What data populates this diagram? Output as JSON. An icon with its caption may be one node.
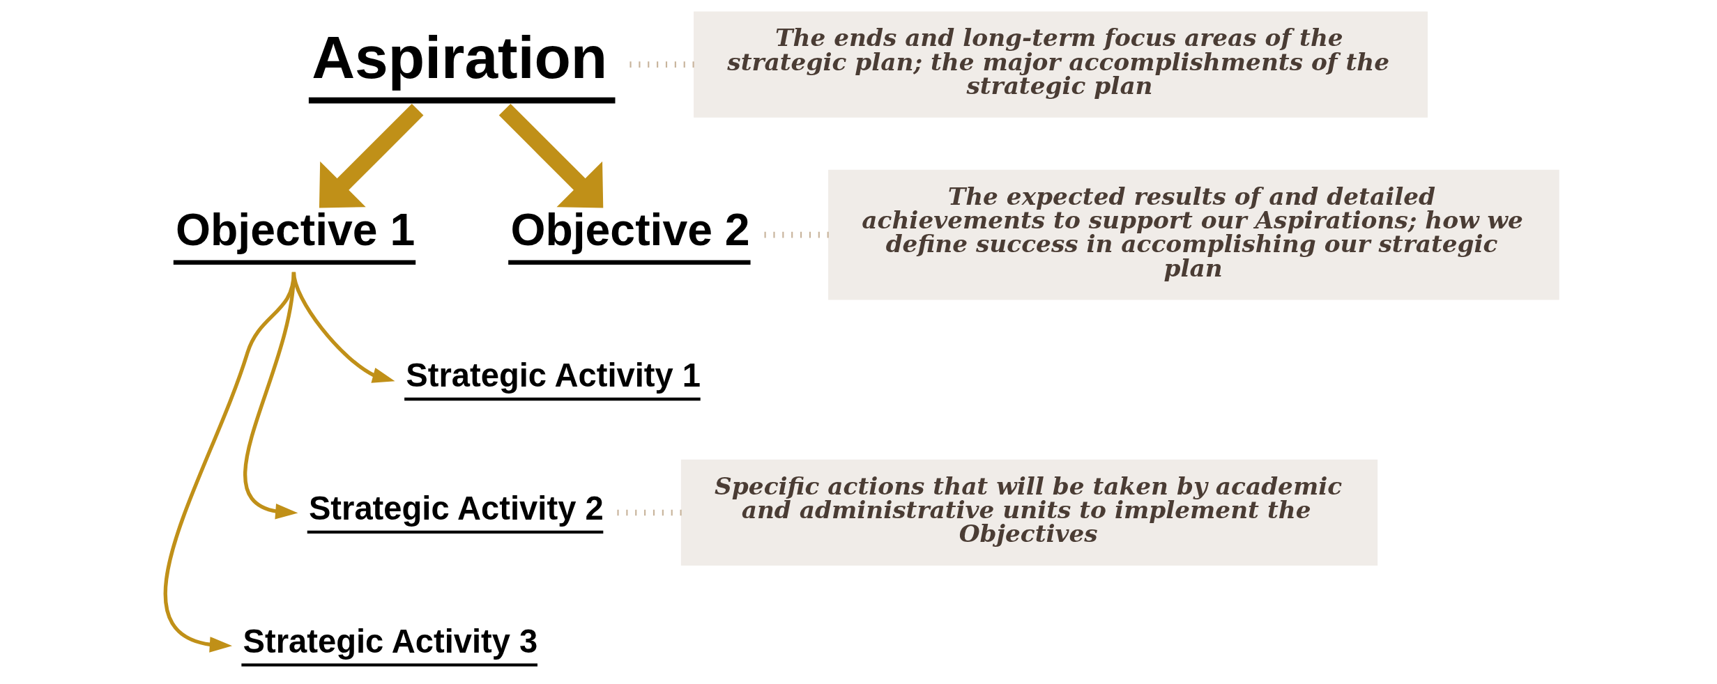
{
  "diagram": {
    "nodes": [
      {
        "text": [
          "Aspiration"
        ]
      },
      {
        "text": [
          "Objective 1"
        ]
      },
      {
        "text": [
          "Objective 2"
        ]
      },
      {
        "text": [
          "Strategic Activity 1"
        ]
      },
      {
        "text": [
          "Strategic Activity 2"
        ]
      },
      {
        "text": [
          "Strategic Activity 3"
        ]
      },
      {
        "text": [
          "The ends and long-term focus areas of the strategic plan; the major accomplishments of the strategic plan"
        ]
      },
      {
        "text": [
          "The expected results of and detailed achievements to support our Aspirations; how we define success in accomplishing our strategic plan"
        ]
      },
      {
        "text": [
          "Specific actions that will be taken by academic and administrative units to implement the Objectives"
        ]
      }
    ],
    "edges": [
      {
        "from": 0,
        "to": 1,
        "arrow": "to",
        "style": "thick"
      },
      {
        "from": 0,
        "to": 2,
        "arrow": "to",
        "style": "thick"
      },
      {
        "from": 1,
        "to": 3,
        "arrow": "to"
      },
      {
        "from": 1,
        "to": 4,
        "arrow": "to"
      },
      {
        "from": 1,
        "to": 5,
        "arrow": "to"
      },
      {
        "from": 0,
        "to": 6,
        "arrow": "none",
        "style": "dashed",
        "color": "#c8b49c"
      },
      {
        "from": 2,
        "to": 7,
        "arrow": "none",
        "style": "dashed",
        "color": "#c8b49c"
      },
      {
        "from": 4,
        "to": 8,
        "arrow": "none",
        "style": "dashed",
        "color": "#c8b49c"
      }
    ]
  }
}
